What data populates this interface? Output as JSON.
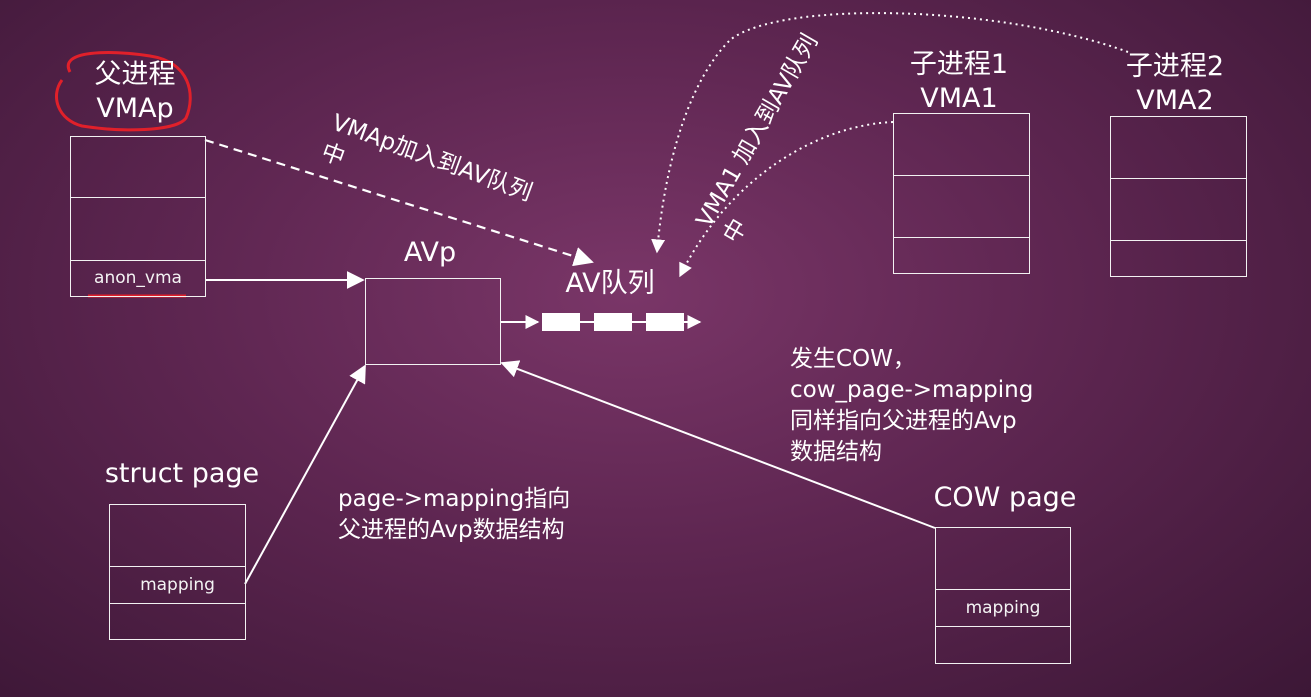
{
  "parent_vma": {
    "title_line1": "父进程",
    "title_line2": "VMAp",
    "field": "anon_vma"
  },
  "child1": {
    "title_line1": "子进程1",
    "title_line2": "VMA1"
  },
  "child2": {
    "title_line1": "子进程2",
    "title_line2": "VMA2"
  },
  "avp": {
    "title": "AVp"
  },
  "av_queue": {
    "title": "AV队列"
  },
  "struct_page": {
    "title": "struct page",
    "field": "mapping"
  },
  "cow_page": {
    "title": "COW page",
    "field": "mapping"
  },
  "notes": {
    "vmap_added": "VMAp加入到AV队列\n中",
    "vma1_added": "VMA1 加入到AV队列\n中",
    "page_mapping": "page->mapping指向\n父进程的Avp数据结构",
    "cow_happens": "发生COW，\ncow_page->mapping\n同样指向父进程的Avp\n数据结构"
  },
  "colors": {
    "background": "#5e2651",
    "line": "#ffffff",
    "highlight": "#e0202a"
  }
}
